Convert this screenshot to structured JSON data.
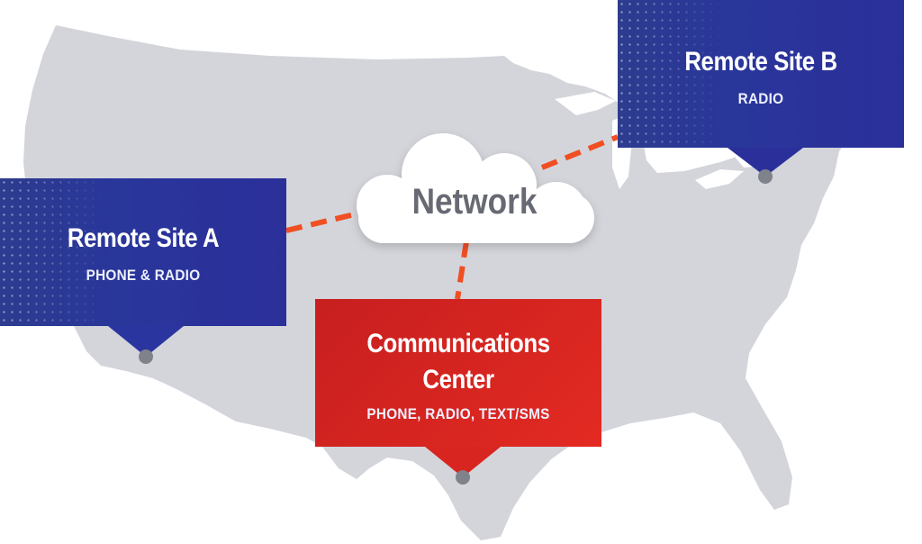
{
  "network": {
    "label": "Network",
    "icon": "cloud-icon"
  },
  "sites": {
    "a": {
      "title": "Remote Site A",
      "subtitle": "PHONE & RADIO"
    },
    "b": {
      "title": "Remote Site B",
      "subtitle": "RADIO"
    },
    "c": {
      "title_line1": "Communications",
      "title_line2": "Center",
      "subtitle": "PHONE, RADIO, TEXT/SMS"
    }
  },
  "colors": {
    "map": "#d3d5db",
    "remote_box": "#2b369a",
    "comm_center_box": "#d8251f",
    "connector": "#f04e23",
    "network_text": "#676a73",
    "location_pin": "#7f828a"
  }
}
